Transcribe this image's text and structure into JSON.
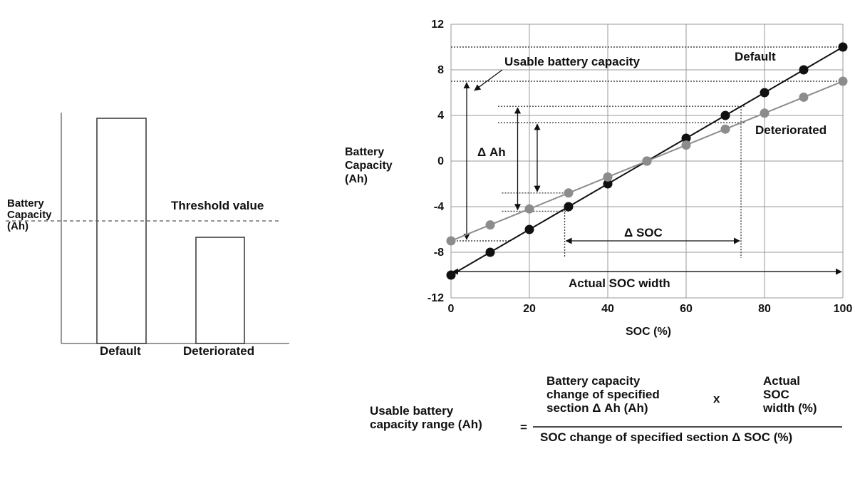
{
  "bar_panel": {
    "ylabel_lines": [
      "Battery",
      "Capacity",
      "(Ah)"
    ],
    "threshold_label": "Threshold value",
    "bars": [
      {
        "label": "Default"
      },
      {
        "label": "Deteriorated"
      }
    ]
  },
  "chart_data": {
    "type": "line",
    "xlabel": "SOC (%)",
    "ylabel_lines": [
      "Battery",
      "Capacity",
      "(Ah)"
    ],
    "xlim": [
      0,
      100
    ],
    "ylim": [
      -12,
      12
    ],
    "x_ticks": [
      0,
      20,
      40,
      60,
      80,
      100
    ],
    "y_ticks": [
      12,
      8,
      4,
      0,
      -4,
      -8,
      -12
    ],
    "grid": true,
    "series": [
      {
        "name": "Default",
        "color": "#111111",
        "x": [
          0,
          10,
          20,
          30,
          40,
          50,
          60,
          70,
          80,
          90,
          100
        ],
        "y": [
          -10,
          -8,
          -6,
          -4,
          -2,
          0,
          2,
          4,
          6,
          8,
          10
        ]
      },
      {
        "name": "Deteriorated",
        "color": "#8c8c8c",
        "x": [
          0,
          10,
          20,
          30,
          40,
          50,
          60,
          70,
          80,
          90,
          100
        ],
        "y": [
          -7,
          -5.6,
          -4.2,
          -2.8,
          -1.4,
          0,
          1.4,
          2.8,
          4.2,
          5.6,
          7
        ]
      }
    ],
    "annotations": {
      "usable_capacity": "Usable battery capacity",
      "delta_ah": "Δ Ah",
      "delta_soc": "Δ SOC",
      "actual_soc_width": "Actual SOC width"
    }
  },
  "formula": {
    "lhs_lines": [
      "Usable battery",
      "capacity range (Ah)"
    ],
    "equals": "=",
    "num_left_lines": [
      "Battery capacity",
      "change of specified",
      "section  Δ Ah (Ah)"
    ],
    "times": "x",
    "num_right_lines": [
      "Actual",
      "SOC",
      "width (%)"
    ],
    "denominator": "SOC change of specified section  Δ SOC (%)"
  }
}
